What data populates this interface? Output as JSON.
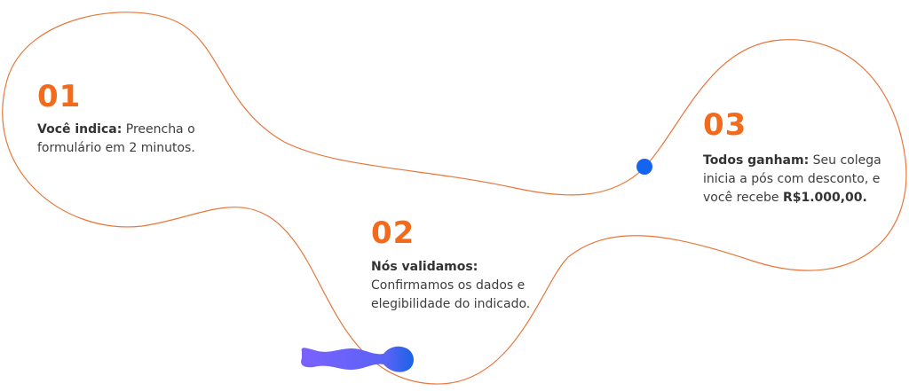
{
  "colors": {
    "accent": "#f26a1b",
    "curve": "#e8763a",
    "dot": "#1464f0",
    "blob_start": "#7b61ff",
    "blob_end": "#1a63e8"
  },
  "steps": [
    {
      "number": "01",
      "title": "Você indica:",
      "text": " Preencha o formulário em 2 minutos."
    },
    {
      "number": "02",
      "title": "Nós validamos:",
      "text": "Confirmamos os dados e elegibilidade do indicado."
    },
    {
      "number": "03",
      "title": "Todos ganham:",
      "text": " Seu colega inicia a pós com desconto, e você recebe ",
      "highlight": "R$1.000,00."
    }
  ]
}
